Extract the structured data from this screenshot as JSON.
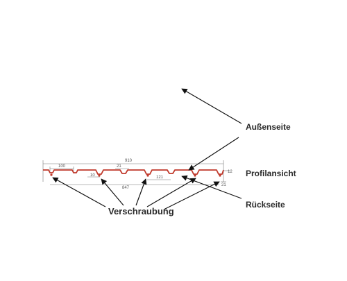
{
  "labels": {
    "outer_side": "Außenseite",
    "profile_view": "Profilansicht",
    "back_side": "Rückseite",
    "screwing": "Verschraubung"
  },
  "dimensions": {
    "total_width": "910",
    "pitch": "100",
    "rib_top": "21",
    "rib_small": "10",
    "rib_spacing": "121",
    "cover_width": "847",
    "height": "12",
    "overhang": "21"
  },
  "colors": {
    "profile": "#c0392b",
    "arrow": "#111111",
    "dimension_line": "#777777"
  }
}
